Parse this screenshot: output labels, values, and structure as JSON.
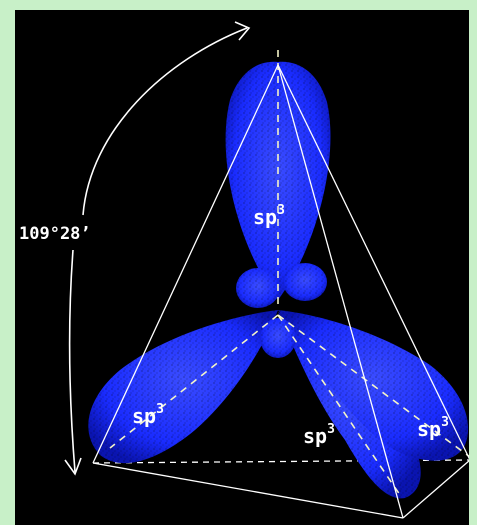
{
  "diagram": {
    "angle_label": "109°28’",
    "orbitals": [
      {
        "id": "top",
        "label": "sp",
        "exp": "3"
      },
      {
        "id": "left",
        "label": "sp",
        "exp": "3"
      },
      {
        "id": "center",
        "label": "sp",
        "exp": "3"
      },
      {
        "id": "right",
        "label": "sp",
        "exp": "3"
      }
    ],
    "colors": {
      "background": "#000000",
      "frame": "#c8f0c8",
      "lobe": "#1a2cff",
      "lobe_dark": "#0a14b0",
      "edges": "#ffffff",
      "axes": "#f4f4c8"
    }
  }
}
